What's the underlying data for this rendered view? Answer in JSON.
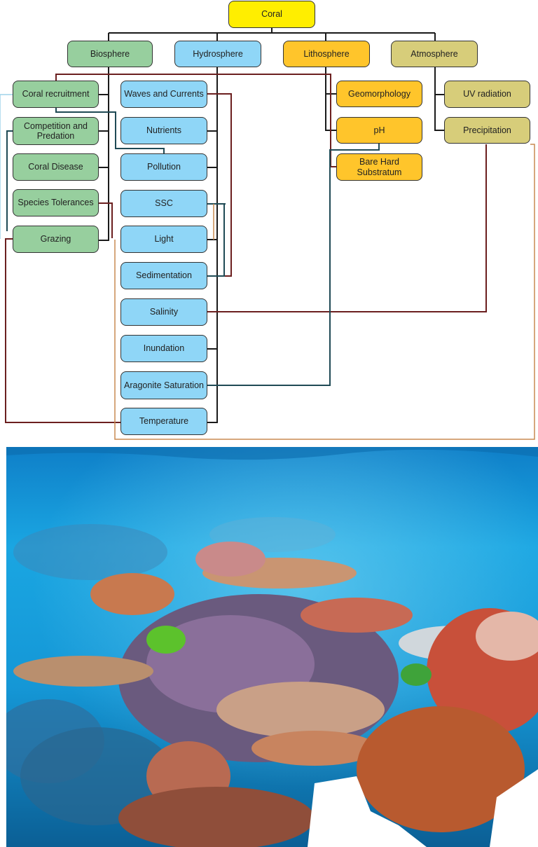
{
  "diagram": {
    "root": "Coral",
    "categories": {
      "biosphere": "Biosphere",
      "hydrosphere": "Hydrosphere",
      "lithosphere": "Lithosphere",
      "atmosphere": "Atmosphere"
    },
    "biosphere_items": [
      "Coral recruitment",
      "Competition and Predation",
      "Coral Disease",
      "Species Tolerances",
      "Grazing"
    ],
    "hydrosphere_items": [
      "Waves and Currents",
      "Nutrients",
      "Pollution",
      "SSC",
      "Light",
      "Sedimentation",
      "Salinity",
      "Inundation",
      "Aragonite Saturation",
      "Temperature"
    ],
    "lithosphere_items": [
      "Geomorphology",
      "pH",
      "Bare Hard Substratum"
    ],
    "atmosphere_items": [
      "UV radiation",
      "Precipitation"
    ],
    "colors": {
      "root": "#ffee00",
      "biosphere": "#97cf9e",
      "hydrosphere": "#8fd6f7",
      "lithosphere": "#ffc52b",
      "atmosphere": "#d7cd7a",
      "tree_line": "#1a1a1a",
      "link_brown": "#6b1f1f",
      "link_teal": "#1f4a55",
      "link_light_blue": "#9fd3ea",
      "link_tan": "#c88a50"
    }
  },
  "photo": {
    "subject": "coral reef underwater photograph",
    "colors": {
      "water": "#1aa3e0",
      "coral_red": "#c8503a",
      "coral_pink": "#c98a8a"
    }
  }
}
